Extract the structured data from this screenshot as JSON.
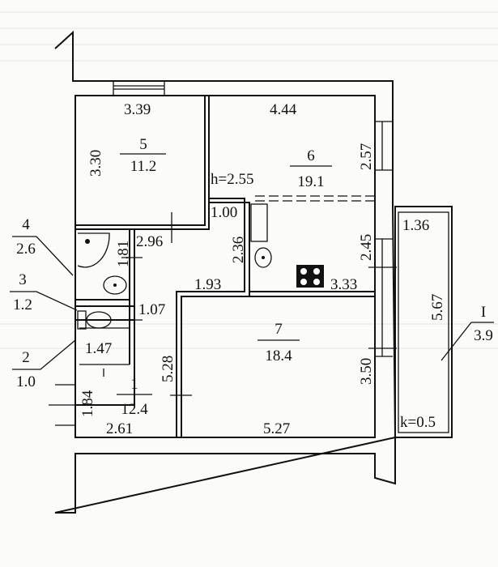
{
  "rooms": [
    {
      "number": "1",
      "area": "12.4"
    },
    {
      "number": "2",
      "area": "1.0"
    },
    {
      "number": "3",
      "area": "1.2"
    },
    {
      "number": "4",
      "area": "2.6"
    },
    {
      "number": "5",
      "area": "11.2"
    },
    {
      "number": "6",
      "area": "19.1"
    },
    {
      "number": "7",
      "area": "18.4"
    },
    {
      "number": "I",
      "area": "3.9"
    }
  ],
  "dimensions": {
    "d339": "3.39",
    "d444": "4.44",
    "d330": "3.30",
    "d257": "2.57",
    "h": "h=2.55",
    "d100": "1.00",
    "d296": "2.96",
    "d181": "1.81",
    "d236": "2.36",
    "d245": "2.45",
    "d136": "1.36",
    "d567": "5.67",
    "d193": "1.93",
    "d333": "3.33",
    "d107": "1.07",
    "d147": "1.47",
    "d528": "5.28",
    "d350": "3.50",
    "d184": "1.84",
    "d261": "2.61",
    "d527": "5.27",
    "k": "k=0.5"
  }
}
